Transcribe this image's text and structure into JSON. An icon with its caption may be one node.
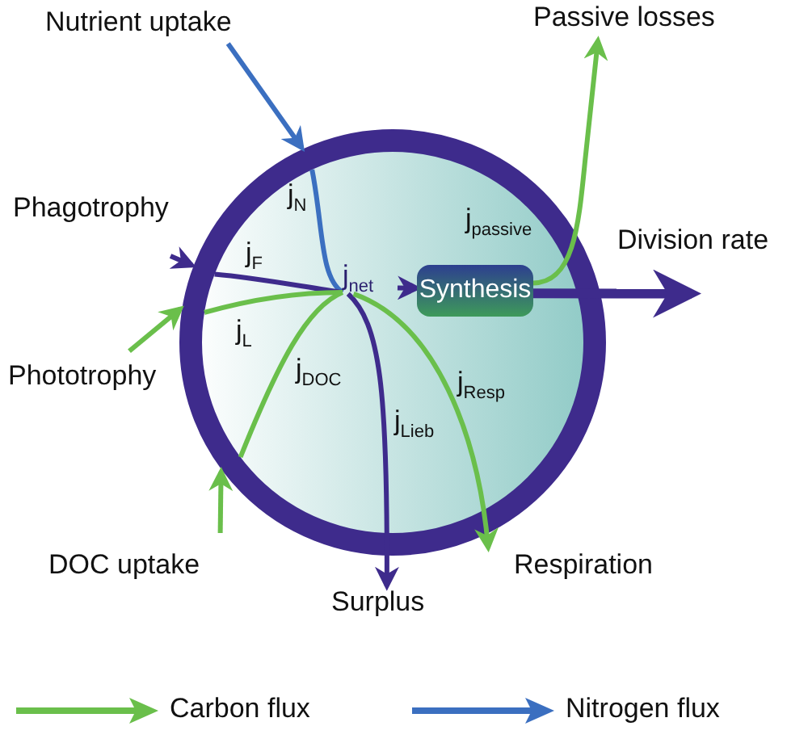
{
  "diagram": {
    "nodes": [
      {
        "text": [],
        "shape": "circle"
      },
      {
        "text": [
          "Nutrient uptake"
        ]
      },
      {
        "text": [
          "Phagotrophy"
        ]
      },
      {
        "text": [
          "Phototrophy"
        ]
      },
      {
        "text": [
          "DOC uptake"
        ]
      },
      {
        "text": [
          "j$_{net}$"
        ],
        "in": 0
      },
      {
        "text": [
          "Synthesis"
        ],
        "in": 0
      },
      {
        "text": [
          "Passive losses"
        ]
      },
      {
        "text": [
          "Division rate"
        ]
      },
      {
        "text": [
          "Surplus"
        ]
      },
      {
        "text": [
          "Respiration"
        ]
      }
    ],
    "edges": [
      {
        "from": 1,
        "to": 0,
        "arrow": "to",
        "color": "#3b6fc0"
      },
      {
        "from": 2,
        "to": 0,
        "arrow": "to",
        "color": "#3e2b8c"
      },
      {
        "from": 3,
        "to": 0,
        "arrow": "to",
        "color": "#6abf4b"
      },
      {
        "from": 4,
        "to": 0,
        "arrow": "to",
        "color": "#6abf4b"
      },
      {
        "from": 0,
        "to": 5,
        "arrow": "none",
        "label": "j$_{N}$",
        "color": "#3b6fc0"
      },
      {
        "from": 0,
        "to": 5,
        "arrow": "none",
        "label": "j$_{F}$",
        "color": "#3e2b8c"
      },
      {
        "from": 0,
        "to": 5,
        "arrow": "none",
        "label": "j$_{L}$",
        "color": "#6abf4b"
      },
      {
        "from": 0,
        "to": 5,
        "arrow": "none",
        "label": "j$_{DOC}$",
        "color": "#6abf4b"
      },
      {
        "from": 5,
        "to": 6,
        "arrow": "to",
        "color": "#3e2b8c"
      },
      {
        "from": 5,
        "to": 9,
        "arrow": "to",
        "label": "j$_{Lieb}$",
        "color": "#3e2b8c"
      },
      {
        "from": 5,
        "to": 10,
        "arrow": "to",
        "label": "j$_{Resp}$",
        "color": "#6abf4b"
      },
      {
        "from": 6,
        "to": 7,
        "arrow": "to",
        "label": "j$_{passive}$",
        "color": "#6abf4b"
      },
      {
        "from": 6,
        "to": 8,
        "arrow": "to",
        "style": "thick",
        "color": "#3e2b8c"
      }
    ],
    "legend": [
      {
        "text": "Carbon flux"
      },
      {
        "text": "Nitrogen flux"
      }
    ]
  }
}
